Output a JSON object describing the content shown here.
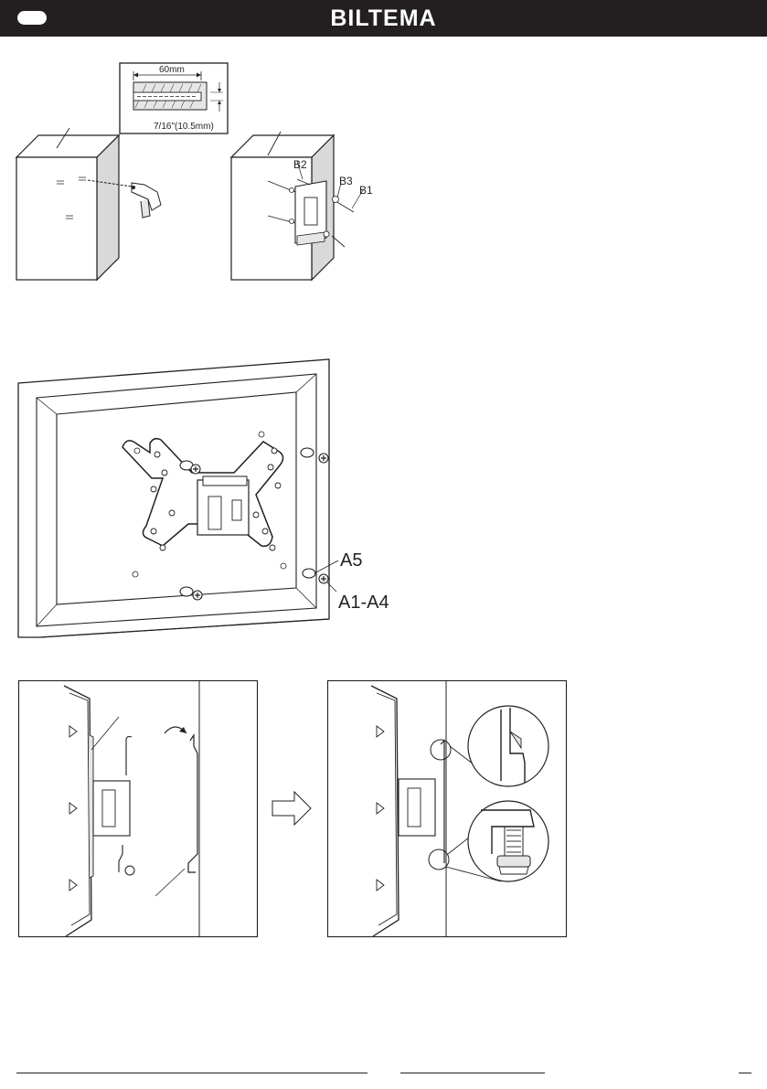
{
  "header": {
    "brand": "BILTEMA",
    "background_color": "#231f20",
    "text_color": "#ffffff"
  },
  "step_drill": {
    "drill_depth_label": "60mm",
    "drill_diameter_label": "7/16\"(10.5mm)"
  },
  "step_wall_plate": {
    "part_b2": "B2",
    "part_b3": "B3",
    "part_b1": "B1"
  },
  "step_tv_plate": {
    "part_a5": "A5",
    "part_a1_a4": "A1-A4"
  },
  "step_hang": {
    "arrow_icon": "right-arrow-icon"
  }
}
